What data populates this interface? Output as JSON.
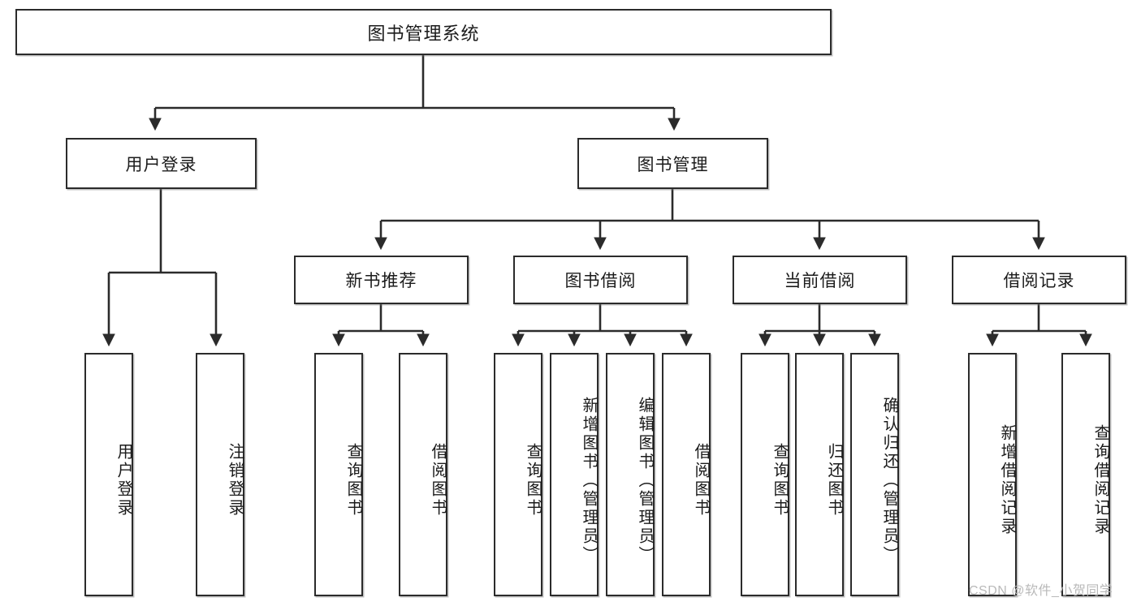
{
  "diagram": {
    "type": "tree",
    "title": "图书管理系统",
    "watermark": "CSDN @软件_小贺同学",
    "root": {
      "label": "图书管理系统"
    },
    "level1": [
      {
        "label": "用户登录"
      },
      {
        "label": "图书管理"
      }
    ],
    "level2": [
      {
        "label": "新书推荐"
      },
      {
        "label": "图书借阅"
      },
      {
        "label": "当前借阅"
      },
      {
        "label": "借阅记录"
      }
    ],
    "leaves": {
      "user_login": [
        {
          "label": "用户登录"
        },
        {
          "label": "注销登录"
        }
      ],
      "new_book": [
        {
          "label": "查询图书"
        },
        {
          "label": "借阅图书"
        }
      ],
      "book_borrow": [
        {
          "label": "查询图书"
        },
        {
          "label": "新增图书（管理员）"
        },
        {
          "label": "编辑图书（管理员）"
        },
        {
          "label": "借阅图书"
        }
      ],
      "current_borrow": [
        {
          "label": "查询图书"
        },
        {
          "label": "归还图书"
        },
        {
          "label": "确认归还（管理员）"
        }
      ],
      "borrow_record": [
        {
          "label": "新增借阅记录"
        },
        {
          "label": "查询借阅记录"
        }
      ]
    },
    "colors": {
      "stroke": "#2b2b2b",
      "fill": "#ffffff",
      "text": "#1b1b1b",
      "watermark": "#b9b9b9"
    }
  }
}
